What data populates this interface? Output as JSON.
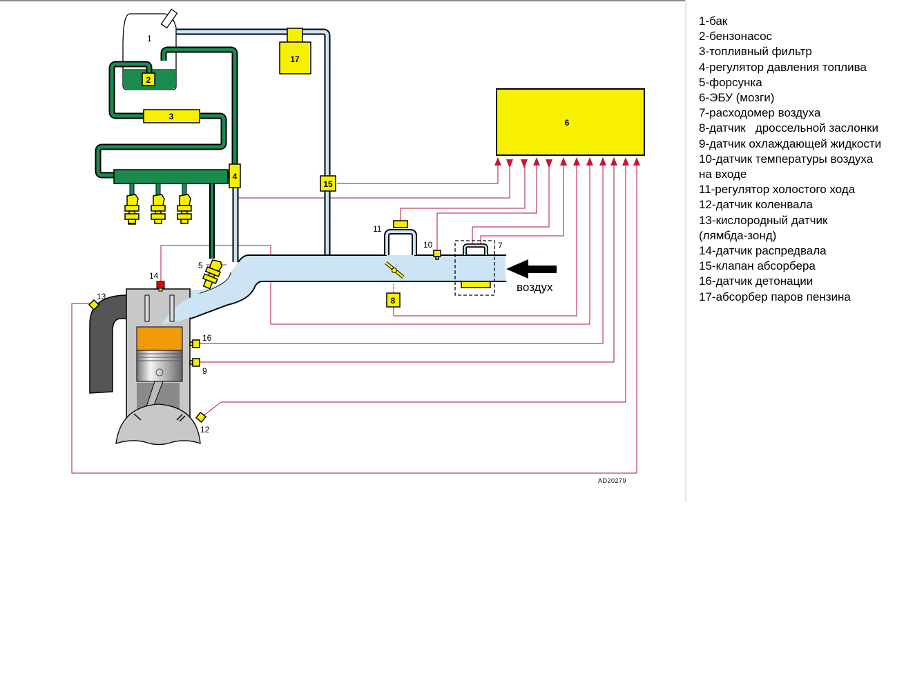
{
  "diagram": {
    "title": "Fuel injection system schematic",
    "code": "AD20279",
    "air_label": "воздух",
    "components": {
      "c1": "1",
      "c2": "2",
      "c3": "3",
      "c4": "4",
      "c5": "5",
      "c6": "6",
      "c7": "7",
      "c8": "8",
      "c9": "9",
      "c10": "10",
      "c11": "11",
      "c12": "12",
      "c13": "13",
      "c14": "14",
      "c15": "15",
      "c16": "16",
      "c17": "17"
    },
    "colors": {
      "fuel_line": "#1a8a4e",
      "air_line": "#cce4f4",
      "component": "#f7f000",
      "wire": "#b0103a",
      "piston_head": "#f09a0a",
      "exhaust": "#555555",
      "cam_sensor": "#e00010"
    }
  },
  "legend": [
    "1-бак",
    "2-бензонасос",
    "3-топливный фильтр",
    "4-регулятор давления топлива",
    "5-форсунка",
    "6-ЭБУ (мозги)",
    "7-расходомер воздуха",
    "8-датчик   дроссельной заслонки",
    "9-датчик охлаждающей жидкости",
    "10-датчик температуры воздуха",
    "на входе",
    "11-регулятор холостого хода",
    "12-датчик коленвала",
    "13-кислородный датчик",
    "(лямбда-зонд)",
    "14-датчик распредвала",
    "15-клапан абсорбера",
    "16-датчик детонации",
    "17-абсорбер паров пензина"
  ]
}
